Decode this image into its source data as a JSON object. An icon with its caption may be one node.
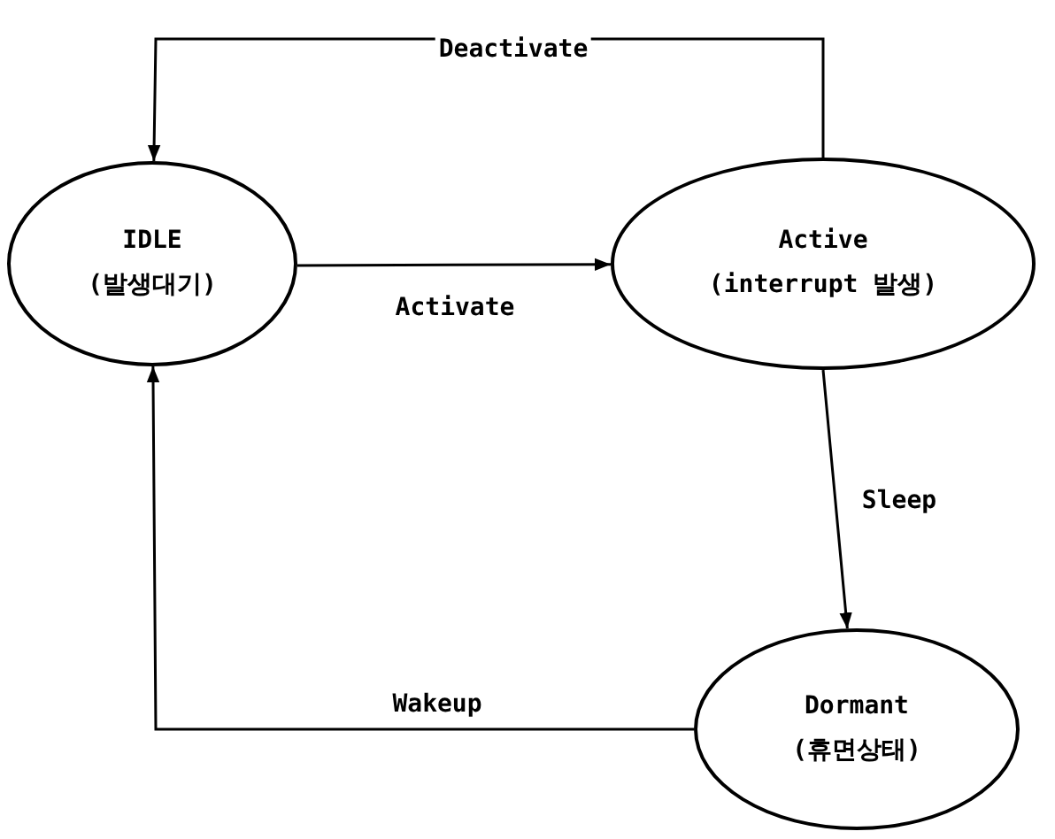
{
  "diagram": {
    "nodes": [
      {
        "text": [
          "IDLE",
          "(발생대기)"
        ]
      },
      {
        "text": [
          "Active",
          "(interrupt 발생)"
        ]
      },
      {
        "text": [
          "Dormant",
          "(휴면상태)"
        ]
      }
    ],
    "edges": [
      {
        "from": 1,
        "to": 0,
        "arrow": "to",
        "label": "Deactivate"
      },
      {
        "from": 0,
        "to": 1,
        "arrow": "to",
        "label": "Activate"
      },
      {
        "from": 1,
        "to": 2,
        "arrow": "to",
        "label": "Sleep"
      },
      {
        "from": 2,
        "to": 0,
        "arrow": "to",
        "label": "Wakeup"
      }
    ]
  }
}
